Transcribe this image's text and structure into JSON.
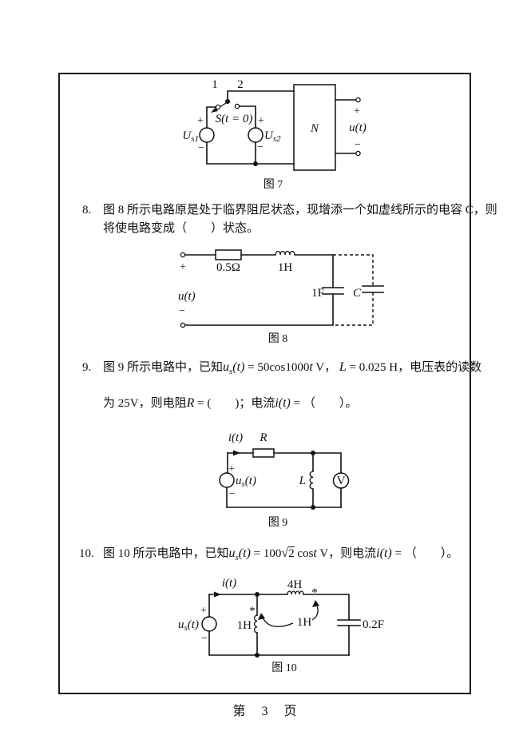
{
  "footer": {
    "page_label": "第　3　页"
  },
  "q8": {
    "number": "8.",
    "line1": "图 8 所示电路原是处于临界阻尼状态，现增添一个如虚线所示的电容 C，则",
    "line2": "将使电路变成（　　）状态。"
  },
  "q9": {
    "number": "9.",
    "l1_t1": "图 9 所示电路中，已知",
    "l1_m1": "u",
    "l1_m1s": "s",
    "l1_m2": "(t)",
    "l1_t2": " = 50cos1000",
    "l1_m3": "t",
    "l1_t3": " V， ",
    "l1_m4": "L",
    "l1_t4": " = 0.025 H，电压表的读数",
    "l2_t1": "为 25V，则电阻",
    "l2_m1": "R",
    "l2_t2": " = (　　)；电流",
    "l2_m2": "i",
    "l2_m3": "(t)",
    "l2_t3": " = （　　）。"
  },
  "q10": {
    "number": "10.",
    "t1": "图 10 所示电路中，已知",
    "m1": "u",
    "m1s": "s",
    "m2": "(t)",
    "t2": " = 100",
    "rad": "√",
    "radn": "2",
    "m3": " cos",
    "m4": "t",
    "t3": " V，则电流",
    "m5": "i",
    "m6": "(t)",
    "t4": " = （　　）。"
  },
  "fig7": {
    "caption": "图 7",
    "pos1": "1",
    "pos2": "2",
    "switch": "S(t = 0)",
    "us1": "U",
    "us1_sub": "s1",
    "us2": "U",
    "us2_sub": "s2",
    "plus": "+",
    "minus": "−",
    "network": "N",
    "ut": "u(t)"
  },
  "fig8": {
    "caption": "图 8",
    "plus": "+",
    "minus": "−",
    "ut": "u(t)",
    "r": "0.5Ω",
    "l": "1H",
    "c1": "1F",
    "c2": "C"
  },
  "fig9": {
    "caption": "图 9",
    "it": "i(t)",
    "r": "R",
    "plus": "+",
    "minus": "−",
    "us": "u",
    "us_sub": "s",
    "us_t": "(t)",
    "l": "L",
    "v": "V"
  },
  "fig10": {
    "caption": "图 10",
    "it": "i(t)",
    "l2": "4H",
    "star": "*",
    "l1": "1H",
    "m": "1H",
    "c": "0.2F",
    "plus": "+",
    "minus": "−",
    "us": "u",
    "us_sub": "s",
    "us_t": "(t)"
  }
}
